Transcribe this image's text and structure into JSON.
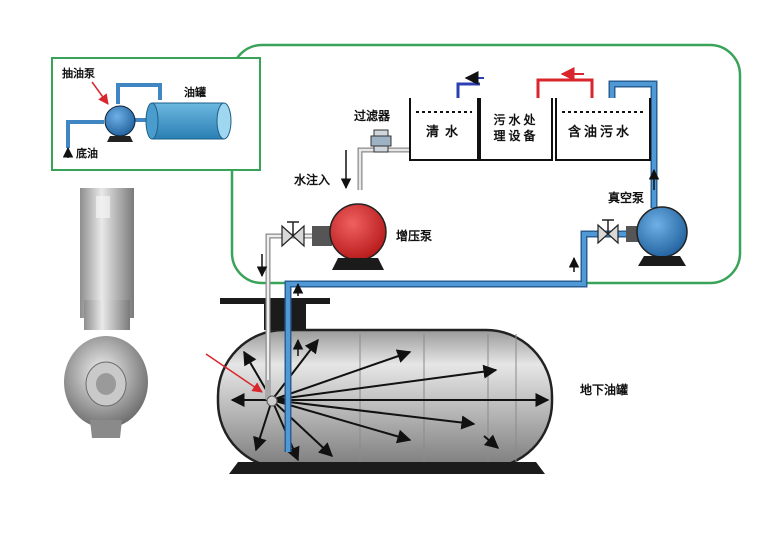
{
  "inset": {
    "pump_label": "抽油泵",
    "tank_label": "油罐",
    "bottom_oil_label": "底油"
  },
  "labels": {
    "filter": "过滤器",
    "clean_water": "清水",
    "treatment_line1": "污水处",
    "treatment_line2": "理设备",
    "oily_water": "含油污水",
    "water_inlet": "水注入",
    "booster_pump": "增压泵",
    "vacuum_pump": "真空泵",
    "underground_tank": "地下油罐"
  },
  "colors": {
    "frame_green": "#3aa35a",
    "pipe_blue": "#3f86c2",
    "pump_red": "#d72a2a",
    "pump_blue": "#2f80c4",
    "flow_red": "#d9262c",
    "flow_blue": "#2b3fb3"
  }
}
